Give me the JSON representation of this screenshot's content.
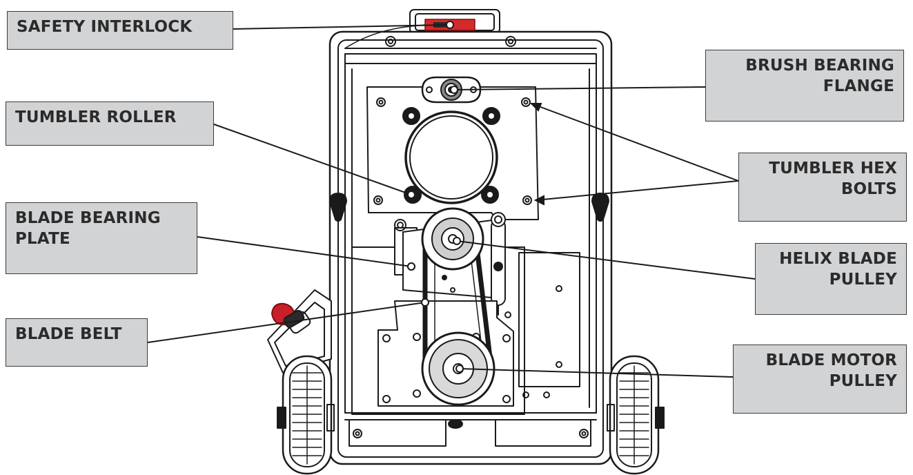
{
  "callouts": {
    "safety_interlock": "SAFETY INTERLOCK",
    "tumbler_roller": "TUMBLER ROLLER",
    "blade_bearing_plate": [
      "BLADE BEARING",
      "PLATE"
    ],
    "blade_belt": "BLADE BELT",
    "brush_bearing_flange": [
      "BRUSH BEARING",
      "FLANGE"
    ],
    "tumbler_hex_bolts": [
      "TUMBLER HEX",
      "BOLTS"
    ],
    "helix_blade_pulley": [
      "HELIX BLADE",
      "PULLEY"
    ],
    "blade_motor_pulley": [
      "BLADE MOTOR",
      "PULLEY"
    ]
  },
  "colors": {
    "callout_fill": "#d2d3d5",
    "callout_border": "#3a3a3a",
    "callout_text": "#2b2b2b",
    "line_art": "#1a1a1a",
    "interlock_red": "#d42a2a",
    "knob_red": "#c8202a"
  }
}
